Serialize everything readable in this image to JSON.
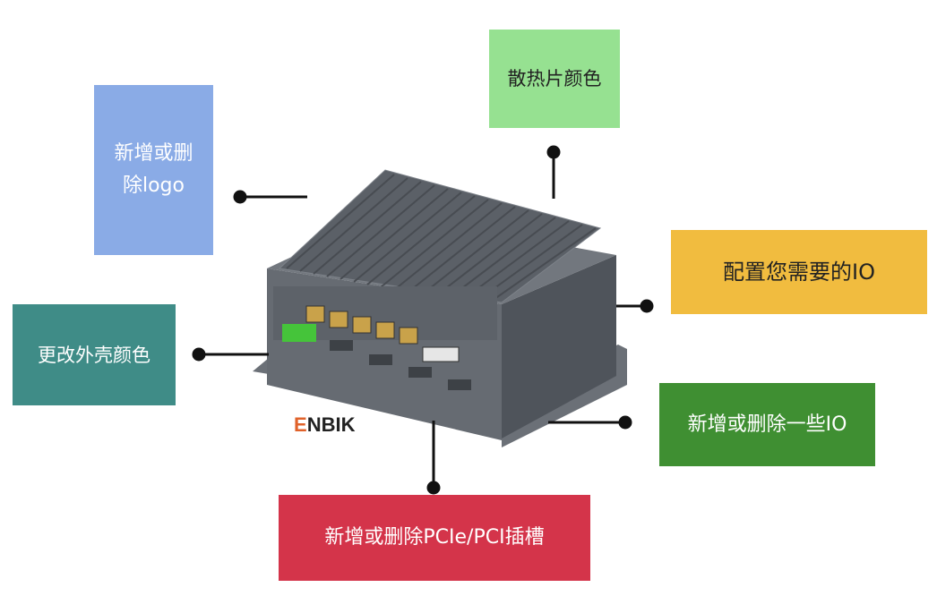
{
  "callouts": {
    "logo": "新增或删\n除logo",
    "heatsink": "散热片颜色",
    "configure_io": "配置您需要的IO",
    "shell_color": "更改外壳颜色",
    "add_remove_io": "新增或删除一些IO",
    "pcie_slot": "新增或删除PCIe/PCI插槽"
  },
  "brand_logo": "ENBIK",
  "colors": {
    "logo_box": "#8aabe6",
    "heatsink_box": "#96e191",
    "io_box": "#f1bc3f",
    "shell_box": "#3f8c87",
    "add_io_box": "#3f8f32",
    "pcie_box": "#d4344a",
    "device_body": "#5a5f66",
    "brand_orange": "#e0622a"
  }
}
